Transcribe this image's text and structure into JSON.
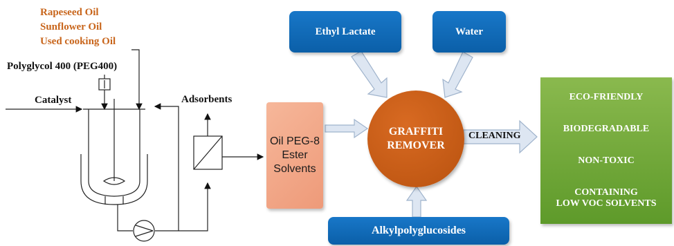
{
  "feed_oils": [
    "Rapeseed Oil",
    "Sunflower Oil",
    "Used cooking Oil"
  ],
  "inputs": {
    "peg": "Polyglycol 400 (PEG400)",
    "catalyst": "Catalyst",
    "adsorbents": "Adsorbents"
  },
  "product": {
    "line1": "Oil PEG-8",
    "line2": "Ester",
    "line3": "Solvents"
  },
  "additives": {
    "ethyl_lactate": "Ethyl Lactate",
    "water": "Water",
    "alkylpolyglucosides": "Alkylpolyglucosides"
  },
  "remover": {
    "line1": "GRAFFITI",
    "line2": "REMOVER"
  },
  "process": {
    "cleaning": "CLEANING"
  },
  "properties": {
    "p1": "ECO-FRIENDLY",
    "p2": "BIODEGRADABLE",
    "p3": "NON-TOXIC",
    "p4_line1": "CONTAINING",
    "p4_line2": "LOW VOC SOLVENTS"
  },
  "colors": {
    "orange_text": "#c8651b",
    "blue_box": "#0b5fa8",
    "product_box": "#f2a282",
    "circle": "#c55a18",
    "green_box": "#6ea83a",
    "arrow_fill": "#dde6f2",
    "arrow_stroke": "#9fb3cc"
  }
}
